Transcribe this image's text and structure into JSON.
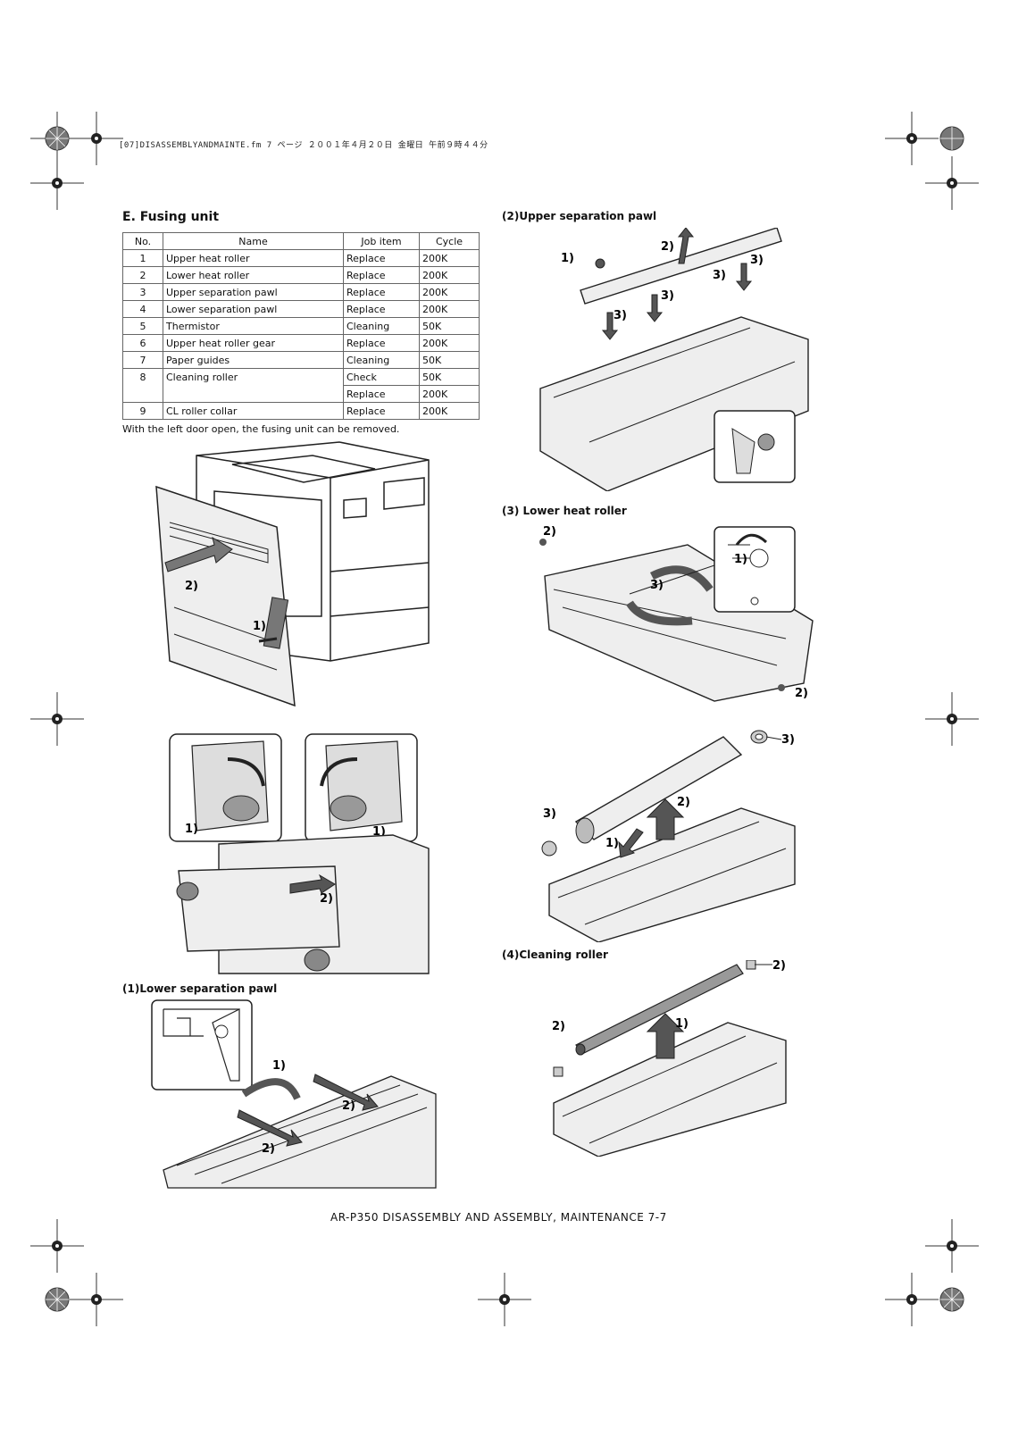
{
  "header": {
    "file_line": "[07]DISASSEMBLYANDMAINTE.fm  7 ページ  ２００１年４月２０日  金曜日  午前９時４４分"
  },
  "section": {
    "title": "E. Fusing unit"
  },
  "table": {
    "headers": [
      "No.",
      "Name",
      "Job item",
      "Cycle"
    ],
    "rows": [
      {
        "no": "1",
        "name": "Upper heat roller",
        "job": "Replace",
        "cycle": "200K"
      },
      {
        "no": "2",
        "name": "Lower heat roller",
        "job": "Replace",
        "cycle": "200K"
      },
      {
        "no": "3",
        "name": "Upper separation pawl",
        "job": "Replace",
        "cycle": "200K"
      },
      {
        "no": "4",
        "name": "Lower separation pawl",
        "job": "Replace",
        "cycle": "200K"
      },
      {
        "no": "5",
        "name": "Thermistor",
        "job": "Cleaning",
        "cycle": "50K"
      },
      {
        "no": "6",
        "name": "Upper heat roller gear",
        "job": "Replace",
        "cycle": "200K"
      },
      {
        "no": "7",
        "name": "Paper guides",
        "job": "Cleaning",
        "cycle": "50K"
      },
      {
        "no": "8",
        "name": "Cleaning roller",
        "job": "Check",
        "cycle": "50K"
      },
      {
        "no": "",
        "name": "",
        "job": "Replace",
        "cycle": "200K"
      },
      {
        "no": "9",
        "name": "CL roller collar",
        "job": "Replace",
        "cycle": "200K"
      }
    ]
  },
  "note": "With the left door open, the fusing unit can be removed.",
  "subsections": {
    "lower_pawl": "(1)Lower separation pawl",
    "upper_pawl": "(2)Upper separation pawl",
    "lower_roller": "(3) Lower heat roller",
    "cleaning_roller": "(4)Cleaning roller"
  },
  "callouts": {
    "one": "1)",
    "two": "2)",
    "three": "3)"
  },
  "footer": "AR-P350 DISASSEMBLY AND ASSEMBLY, MAINTENANCE 7-7"
}
